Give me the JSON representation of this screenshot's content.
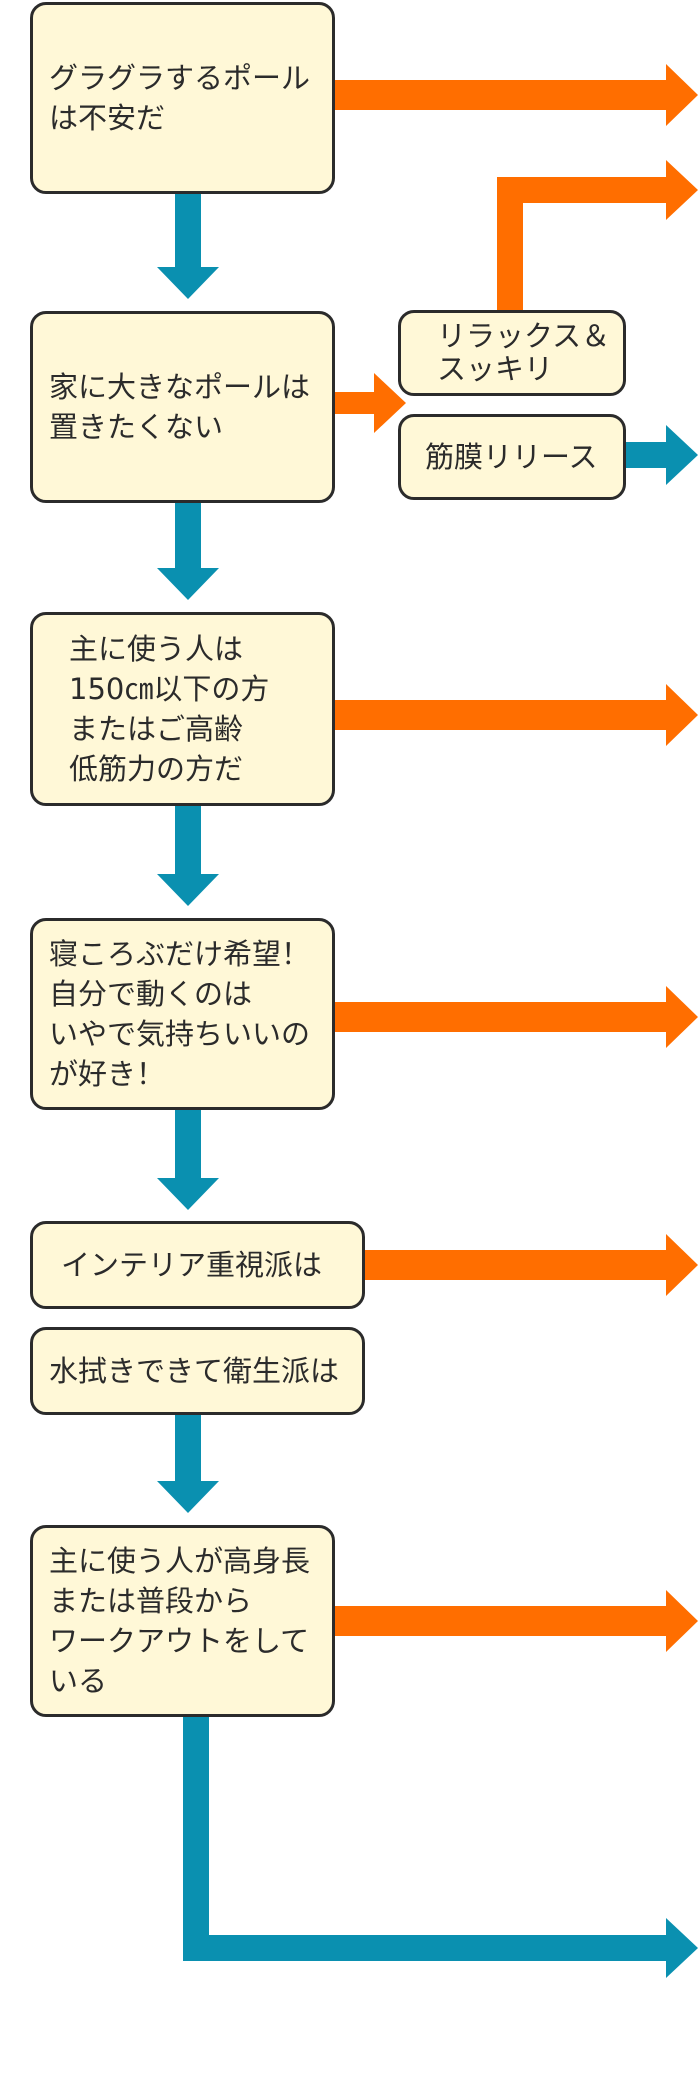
{
  "colors": {
    "box_fill": "#fff8d7",
    "box_border": "#2b2b2b",
    "text": "#2b2b2b",
    "yes_arrow": "#0a90b0",
    "no_arrow": "#ff6e00"
  },
  "nodes": {
    "q1": "グラグラするポール\nは不安だ",
    "q2": "家に大きなポールは\n置きたくない",
    "q2_option_a": "リラックス＆\nスッキリ",
    "q2_option_b": "筋膜リリース",
    "q3": "主に使う人は\n150㎝以下の方\nまたはご高齢\n低筋力の方だ",
    "q4": "寝ころぶだけ希望！\n自分で動くのは\nいやで気持ちいいの\nが好き！",
    "q5a": "インテリア重視派は",
    "q5b": "水拭きできて衛生派は",
    "q6": "主に使う人が高身長\nまたは普段から\nワークアウトをして\nいる"
  }
}
